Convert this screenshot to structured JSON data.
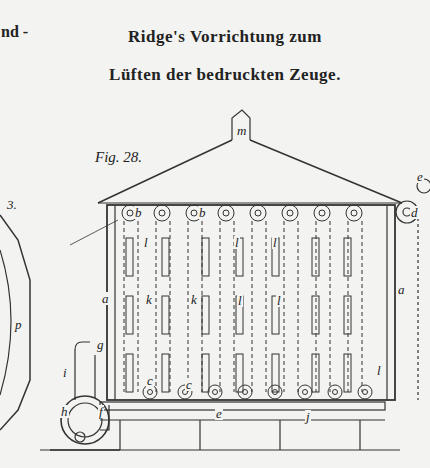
{
  "diagram": {
    "title": "Ridge's Vorrichtung zum Lüften der bedruckten Zeuge.",
    "labels": [
      "nd -",
      "3.",
      "Fig. 28.",
      "m",
      "b",
      "b",
      "e",
      "d",
      "a",
      "a",
      "l",
      "l",
      "l",
      "l",
      "l",
      "k",
      "k",
      "l",
      "c",
      "c",
      "e",
      "j",
      "i",
      "g",
      "h",
      "f",
      "p"
    ]
  }
}
